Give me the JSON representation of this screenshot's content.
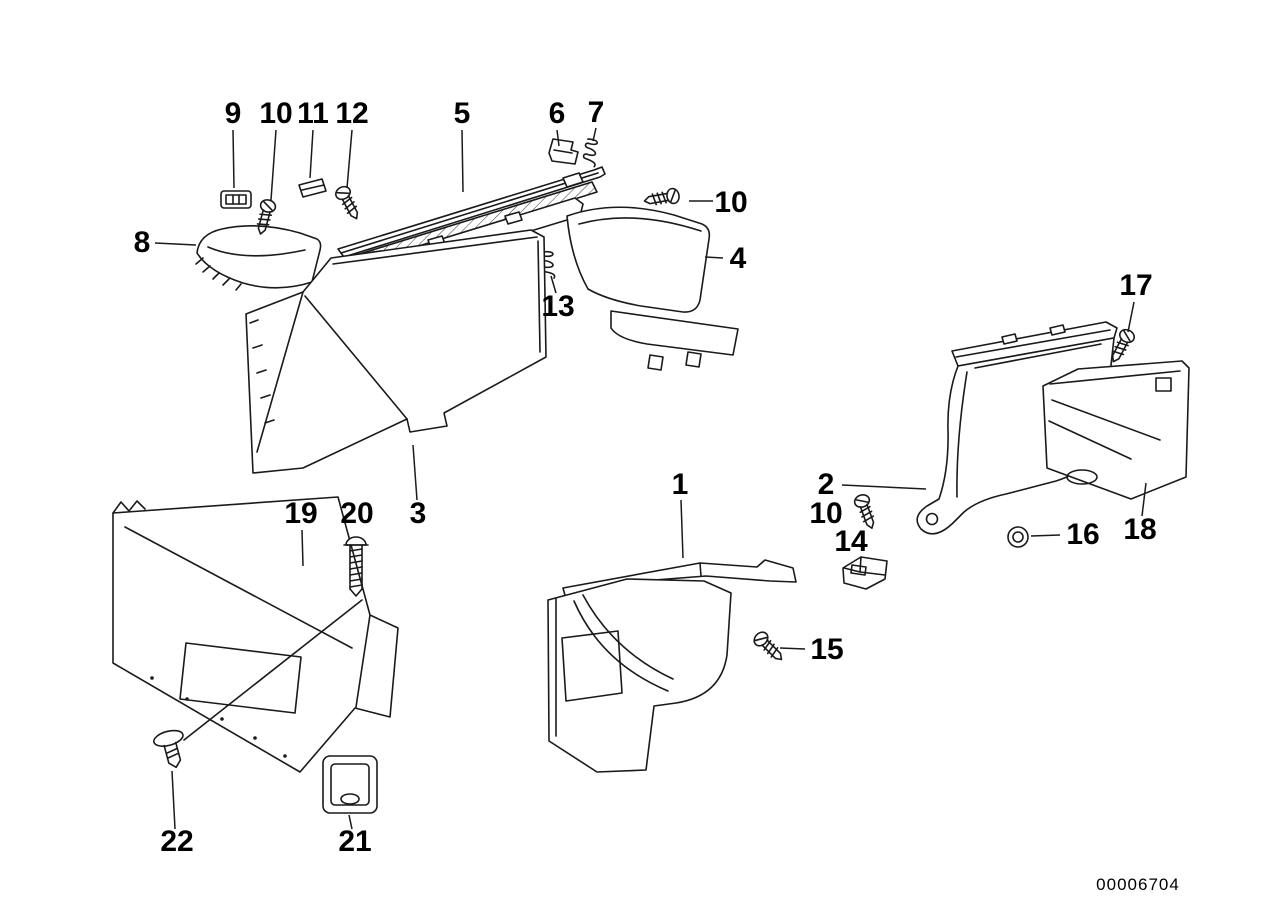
{
  "diagram": {
    "number": "00006704",
    "callouts": [
      {
        "label": "9"
      },
      {
        "label": "10"
      },
      {
        "label": "11"
      },
      {
        "label": "12"
      },
      {
        "label": "5"
      },
      {
        "label": "6"
      },
      {
        "label": "7"
      },
      {
        "label": "10"
      },
      {
        "label": "8"
      },
      {
        "label": "4"
      },
      {
        "label": "13"
      },
      {
        "label": "17"
      },
      {
        "label": "3"
      },
      {
        "label": "19"
      },
      {
        "label": "20"
      },
      {
        "label": "1"
      },
      {
        "label": "2"
      },
      {
        "label": "10"
      },
      {
        "label": "14"
      },
      {
        "label": "16"
      },
      {
        "label": "18"
      },
      {
        "label": "15"
      },
      {
        "label": "21"
      },
      {
        "label": "22"
      }
    ]
  }
}
